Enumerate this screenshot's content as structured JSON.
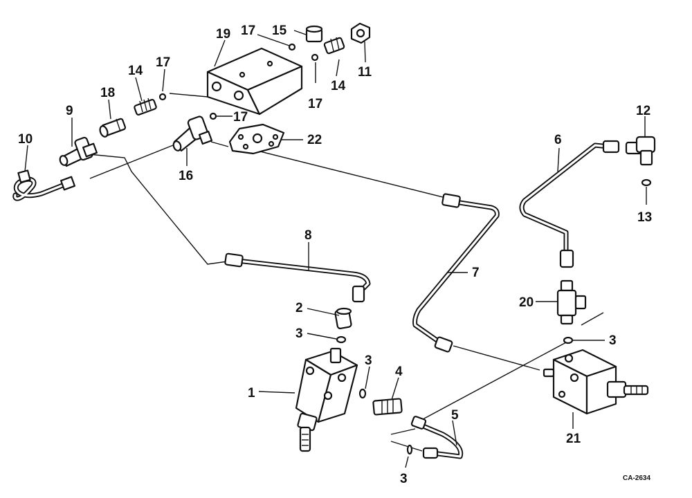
{
  "callouts": [
    {
      "id": "c1",
      "text": "1"
    },
    {
      "id": "c2",
      "text": "2"
    },
    {
      "id": "c3a",
      "text": "3"
    },
    {
      "id": "c3b",
      "text": "3"
    },
    {
      "id": "c3c",
      "text": "3"
    },
    {
      "id": "c3d",
      "text": "3"
    },
    {
      "id": "c4",
      "text": "4"
    },
    {
      "id": "c5",
      "text": "5"
    },
    {
      "id": "c6",
      "text": "6"
    },
    {
      "id": "c7",
      "text": "7"
    },
    {
      "id": "c8",
      "text": "8"
    },
    {
      "id": "c9",
      "text": "9"
    },
    {
      "id": "c10",
      "text": "10"
    },
    {
      "id": "c11",
      "text": "11"
    },
    {
      "id": "c12",
      "text": "12"
    },
    {
      "id": "c13",
      "text": "13"
    },
    {
      "id": "c14a",
      "text": "14"
    },
    {
      "id": "c14b",
      "text": "14"
    },
    {
      "id": "c15",
      "text": "15"
    },
    {
      "id": "c16",
      "text": "16"
    },
    {
      "id": "c17a",
      "text": "17"
    },
    {
      "id": "c17b",
      "text": "17"
    },
    {
      "id": "c17c",
      "text": "17"
    },
    {
      "id": "c17d",
      "text": "17"
    },
    {
      "id": "c18",
      "text": "18"
    },
    {
      "id": "c19",
      "text": "19"
    },
    {
      "id": "c20",
      "text": "20"
    },
    {
      "id": "c21",
      "text": "21"
    },
    {
      "id": "c22",
      "text": "22"
    }
  ],
  "figure_code": "CA-2634"
}
